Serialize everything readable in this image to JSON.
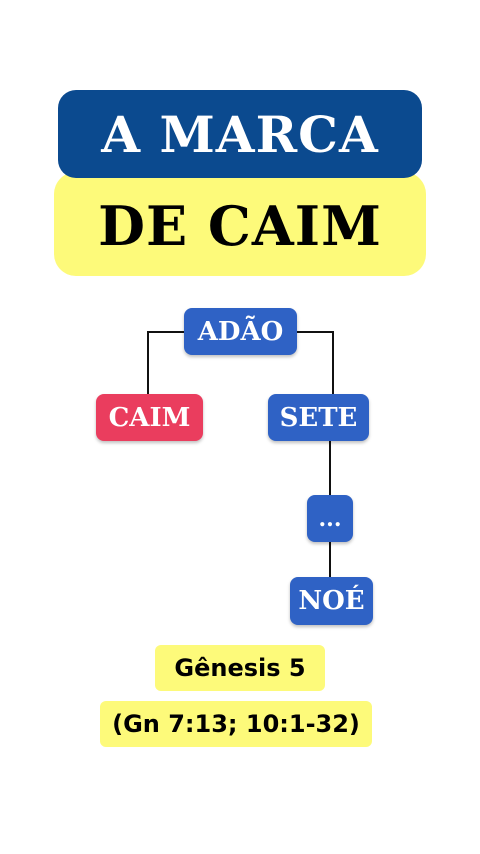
{
  "title": {
    "line1": "A MARCA",
    "line2": "DE CAIM"
  },
  "tree": {
    "nodes": [
      {
        "id": "adao",
        "label": "ADÃO"
      },
      {
        "id": "caim",
        "label": "CAIM"
      },
      {
        "id": "sete",
        "label": "SETE"
      },
      {
        "id": "dots",
        "label": "..."
      },
      {
        "id": "noe",
        "label": "NOÉ"
      }
    ]
  },
  "references": {
    "primary": "Gênesis 5",
    "secondary": "(Gn 7:13; 10:1-32)"
  },
  "colors": {
    "title_blue": "#0b4a8f",
    "title_yellow": "#fdfa7a",
    "node_blue": "#2f62c5",
    "node_red": "#ea3d5e"
  }
}
